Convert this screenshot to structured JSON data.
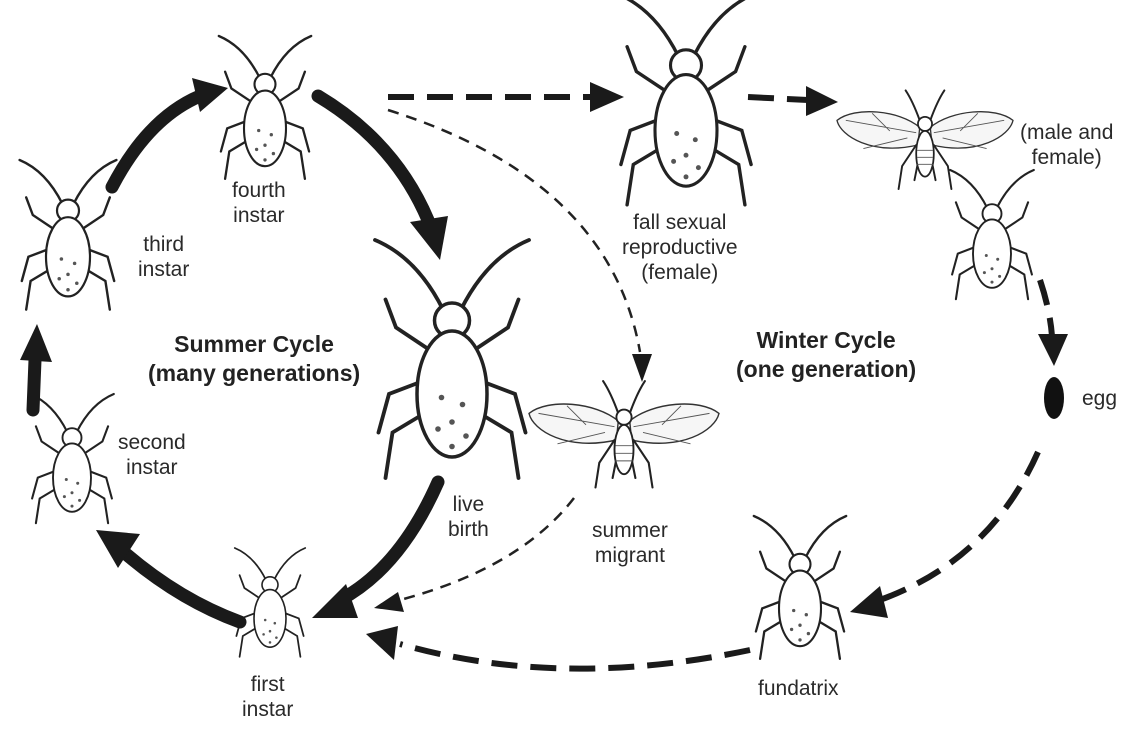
{
  "labels": {
    "fourth_instar": [
      "fourth",
      "instar"
    ],
    "third_instar": [
      "third",
      "instar"
    ],
    "second_instar": [
      "second",
      "instar"
    ],
    "first_instar": [
      "first",
      "instar"
    ],
    "live_birth": [
      "live",
      "birth"
    ],
    "fall_sexual": [
      "fall sexual",
      "reproductive",
      "(female)"
    ],
    "male_female": [
      "(male and",
      "female)"
    ],
    "summer_migrant": [
      "summer",
      "migrant"
    ],
    "egg": "egg",
    "fundatrix": "fundatrix"
  },
  "titles": {
    "summer": [
      "Summer Cycle",
      "(many generations)"
    ],
    "winter": [
      "Winter Cycle",
      "(one generation)"
    ]
  }
}
